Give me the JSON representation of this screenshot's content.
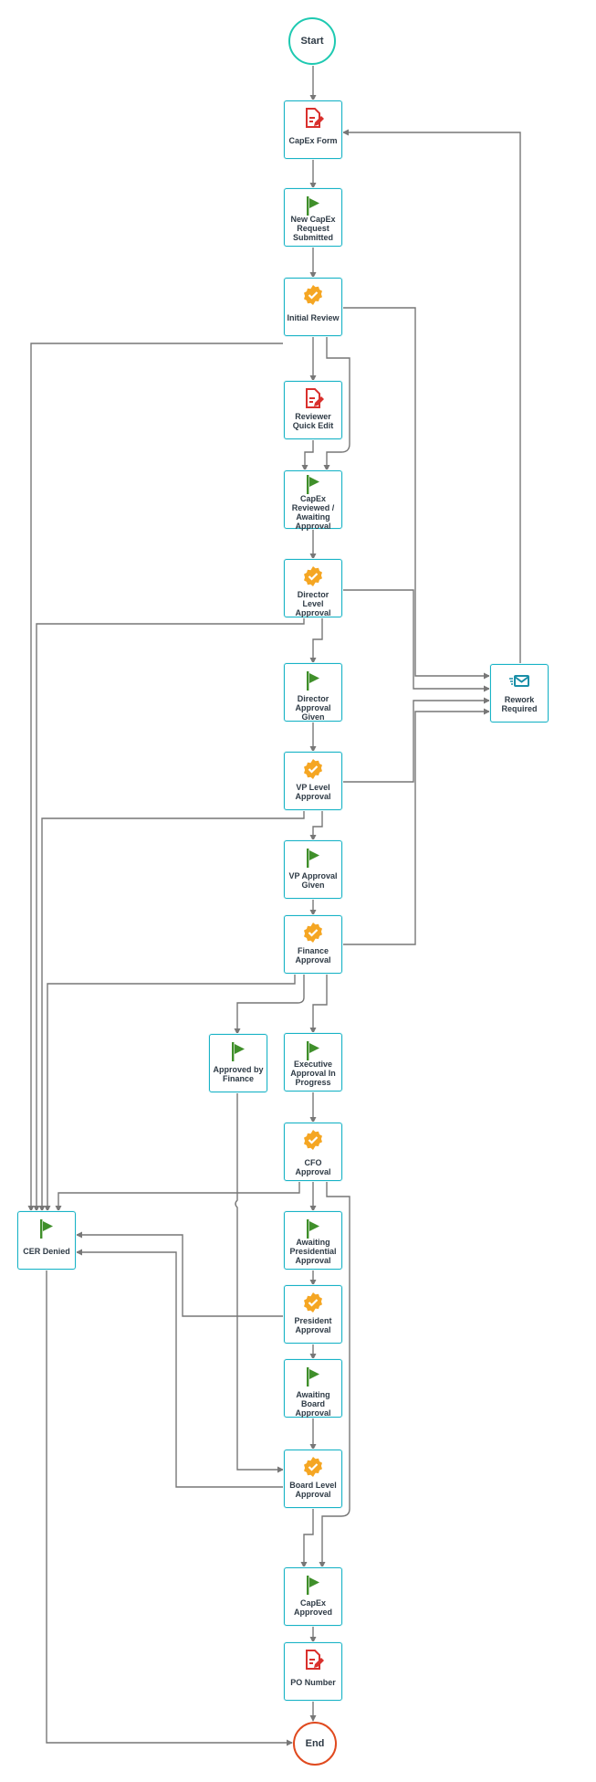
{
  "diagram": {
    "start_label": "Start",
    "end_label": "End",
    "nodes": {
      "capex_form": "CapEx Form",
      "new_request": "New CapEx Request Submitted",
      "initial_review": "Initial Review",
      "reviewer_quick_edit": "Reviewer Quick Edit",
      "capex_reviewed": "CapEx Reviewed / Awaiting Approval",
      "director_level": "Director Level Approval",
      "director_given": "Director Approval Given",
      "vp_level": "VP Level Approval",
      "vp_given": "VP Approval Given",
      "finance_approval": "Finance Approval",
      "approved_by_finance": "Approved by Finance",
      "executive_in_progress": "Executive Approval In Progress",
      "cfo_approval": "CFO Approval",
      "awaiting_presidential": "Awaiting Presidential Approval",
      "president_approval": "President Approval",
      "awaiting_board": "Awaiting Board Approval",
      "board_level": "Board Level Approval",
      "capex_approved": "CapEx Approved",
      "po_number": "PO Number",
      "cer_denied": "CER Denied",
      "rework_required": "Rework Required"
    },
    "colors": {
      "node_border": "#19b3c6",
      "start_border": "#1ec9b1",
      "end_border": "#e04a1f",
      "connector": "#777777",
      "form_icon": "#d9302c",
      "flag_icon": "#3f8f2a",
      "check_icon": "#f5a623",
      "mail_icon": "#1a8fa8"
    },
    "icons": {
      "form": "edit-document-icon",
      "flag": "flag-icon",
      "check": "check-badge-icon",
      "mail": "email-icon"
    }
  }
}
